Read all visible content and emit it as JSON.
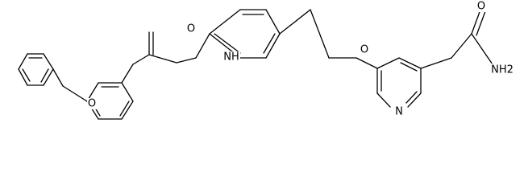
{
  "atoms": {
    "o_ether_left": "O",
    "nh_amide": "NH",
    "o_carbonyl_left": "O",
    "o_ether_mid": "O",
    "n_pyridine": "N",
    "o_carbonyl_right": "O",
    "nh2": "NH2"
  },
  "colors": {
    "bond": "#000000",
    "label": "#000000",
    "background": "#ffffff"
  }
}
